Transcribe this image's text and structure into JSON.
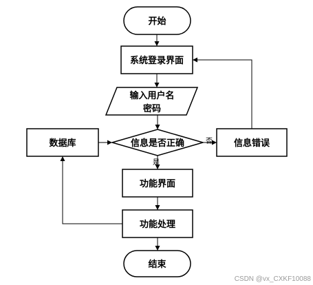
{
  "flowchart": {
    "nodes": {
      "start": "开始",
      "login_ui": "系统登录界面",
      "input_line1": "输入用户名",
      "input_line2": "密码",
      "decision": "信息是否正确",
      "database": "数据库",
      "error": "信息错误",
      "function_ui": "功能界面",
      "function_process": "功能处理",
      "end": "结束"
    },
    "edge_labels": {
      "yes": "是",
      "no": "否"
    }
  },
  "watermark": "CSDN @vx_CXKF10088"
}
